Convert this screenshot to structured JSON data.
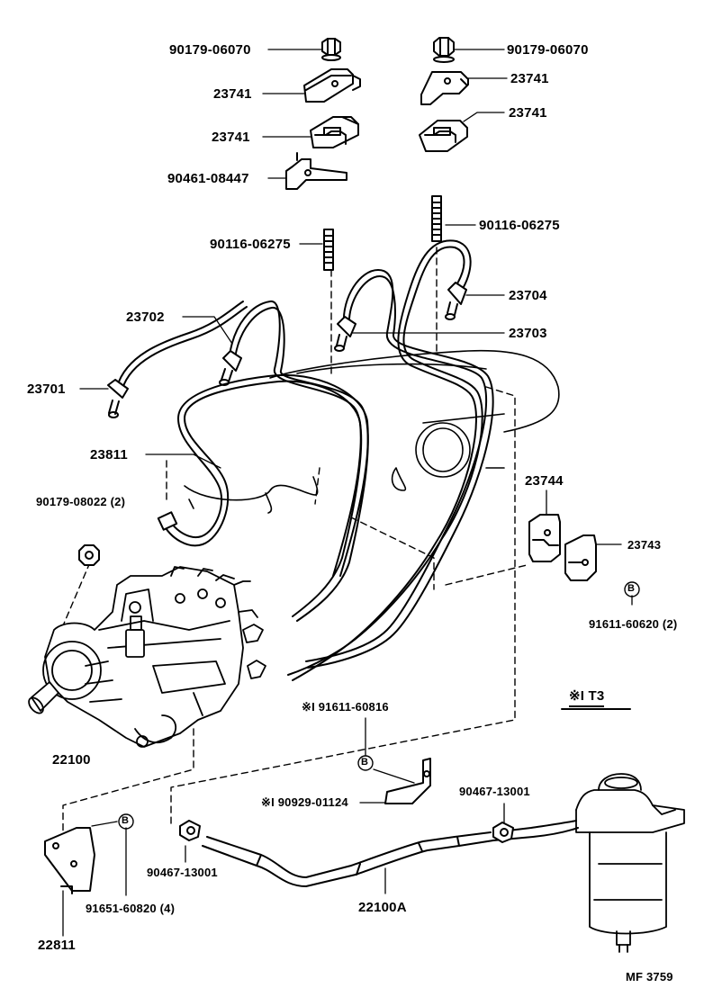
{
  "labels": {
    "p90179_06070_left": "90179-06070",
    "p90179_06070_right": "90179-06070",
    "p23741_a": "23741",
    "p23741_b": "23741",
    "p23741_c": "23741",
    "p23741_d": "23741",
    "p90461_08447": "90461-08447",
    "p90116_06275_right": "90116-06275",
    "p90116_06275_left": "90116-06275",
    "p23704": "23704",
    "p23702": "23702",
    "p23703": "23703",
    "p23701": "23701",
    "p23811": "23811",
    "p90179_08022": "90179-08022 (2)",
    "p23744": "23744",
    "p23743": "23743",
    "p91611_60620": "91611-60620 (2)",
    "p91611_60816": "※I 91611-60816",
    "note_t3": "※I T3",
    "p22100": "22100",
    "p90929_01124": "※I 90929-01124",
    "p90467_13001_right": "90467-13001",
    "p90467_13001_left": "90467-13001",
    "p91651_60820": "91651-60820 (4)",
    "p22100A": "22100A",
    "p22811": "22811",
    "drawing_code": "MF  3759",
    "marker_b": "B"
  }
}
